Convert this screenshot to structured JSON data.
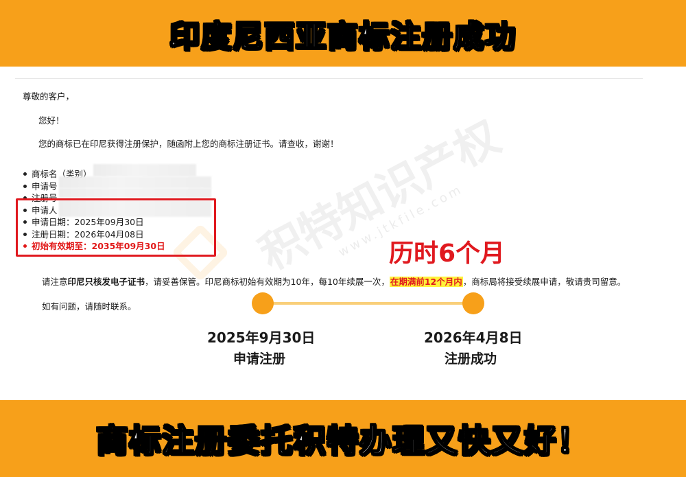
{
  "header": {
    "title": "印度尼西亚商标注册成功"
  },
  "letter": {
    "salutation": "尊敬的客户，",
    "greeting": "您好！",
    "notice": "您的商标已在印尼获得注册保护，随函附上您的商标注册证书。请查收，谢谢！",
    "fields": [
      {
        "label": "商标名（类别）"
      },
      {
        "label": "申请号"
      },
      {
        "label": "注册号"
      },
      {
        "label": "申请人"
      },
      {
        "label": "申请日期：2025年09月30日"
      },
      {
        "label": "注册日期：2026年04月08日"
      },
      {
        "label": "初始有效期至：2035年09月30日"
      }
    ],
    "paragraph": {
      "p1": "请注意",
      "bold": "印尼只核发电子证书",
      "p2": "，请妥善保管。印尼商标初始有效期为10年，每10年续展一次，",
      "highlight": "在期满前12个月内",
      "p3": "，商标局将接受续展申请，敬请贵司留意。"
    },
    "contact": "如有问题，请随时联系。"
  },
  "duration_label": "历时6个月",
  "timeline": {
    "start": {
      "date": "2025年9月30日",
      "label": "申请注册"
    },
    "end": {
      "date": "2026年4月8日",
      "label": "注册成功"
    }
  },
  "watermark": {
    "text": "积特知识产权",
    "url": "www.jtkfile.com"
  },
  "footer": {
    "slogan": "商标注册委托积特办理又快又好！"
  },
  "colors": {
    "banner": "#f7a01a",
    "accent_red": "#e0191f",
    "highlight_yellow": "#fff23a"
  }
}
